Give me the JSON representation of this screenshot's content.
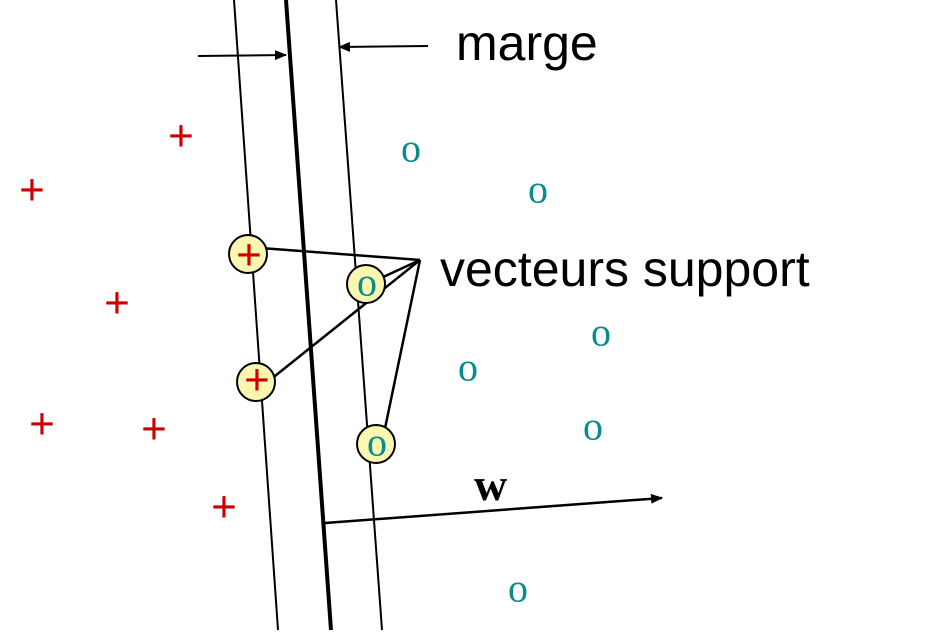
{
  "labels": {
    "margin": "marge",
    "support_vectors": "vecteurs support",
    "weight_vector": "w"
  },
  "markers": {
    "plus": "+",
    "circle": "o"
  },
  "colors": {
    "plus_class": "#cc0000",
    "circle_class": "#0a8c8c",
    "support_highlight": "#fbf7b0",
    "lines": "#000000"
  }
}
